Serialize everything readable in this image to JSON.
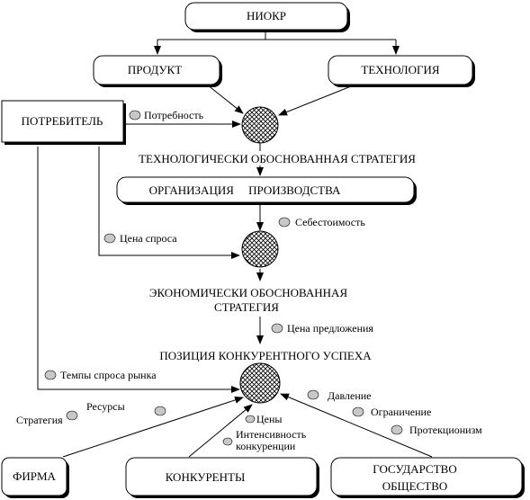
{
  "nodes": {
    "niokr": "НИОКР",
    "product": "ПРОДУКТ",
    "technology": "ТЕХНОЛОГИЯ",
    "consumer": "ПОТРЕБИТЕЛЬ",
    "tech_strategy": "ТЕХНОЛОГИЧЕСКИ ОБОСНОВАННАЯ СТРАТЕГИЯ",
    "org_production": "ОРГАНИЗАЦИЯ     ПРОИЗВОДСТВА",
    "econ_strategy_line1": "ЭКОНОМИЧЕСКИ ОБОСНОВАННАЯ",
    "econ_strategy_line2": "СТРАТЕГИЯ",
    "competitive_position": "ПОЗИЦИЯ КОНКУРЕНТНОГО УСПЕХА",
    "firm": "ФИРМА",
    "competitors": "КОНКУРЕНТЫ",
    "state_line1": "ГОСУДАРСТВО",
    "state_line2": "ОБЩЕСТВО"
  },
  "labels": {
    "need": "Потребность",
    "cost": "Себестоимость",
    "demand_price": "Цена спроса",
    "supply_price": "Цена предложения",
    "market_demand_rate": "Темпы спроса рынка",
    "strategy": "Стратегия",
    "resources": "Ресурсы",
    "prices": "Цены",
    "intensity_line1": "Интенсивность",
    "intensity_line2": "конкуренции",
    "pressure": "Давление",
    "restriction": "Ограничение",
    "protectionism": "Протекционизм"
  },
  "colors": {
    "bullet": "#c8c8c8",
    "line": "#000000",
    "background": "#ffffff"
  }
}
